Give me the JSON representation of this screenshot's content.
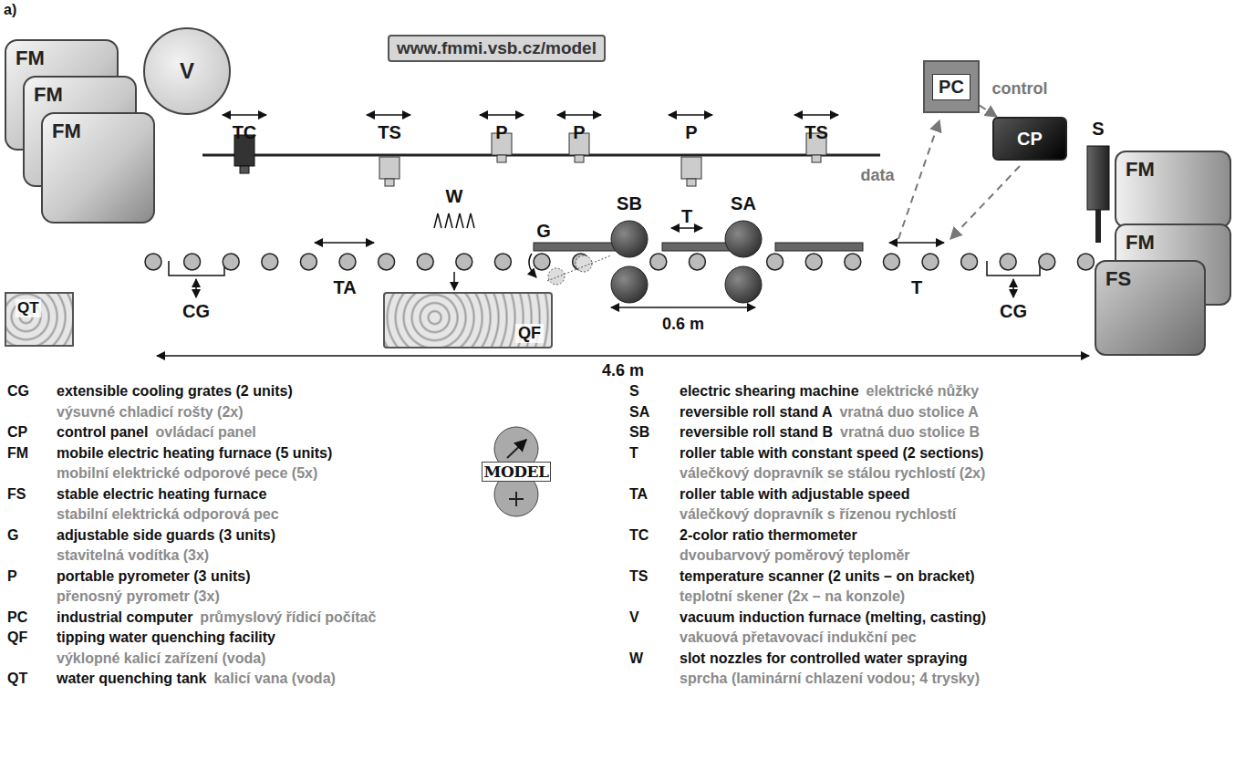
{
  "diagram": {
    "nodes": [
      {
        "text": [
          "www.fmmi.vsb.cz/model"
        ]
      },
      {
        "text": [
          "FM"
        ]
      },
      {
        "text": [
          "FM"
        ]
      },
      {
        "text": [
          "FM"
        ]
      },
      {
        "text": [
          "V"
        ]
      },
      {
        "text": [
          "PC"
        ]
      },
      {
        "text": [
          "CP"
        ]
      },
      {
        "text": [
          "FM"
        ]
      },
      {
        "text": [
          "FM"
        ]
      },
      {
        "text": [
          "FS"
        ]
      },
      {
        "text": [
          "QT"
        ]
      },
      {
        "text": [
          "QF"
        ]
      }
    ],
    "edges": [
      {
        "from": 5,
        "to": 6,
        "label": "control",
        "arrow": "to"
      }
    ],
    "labels": [
      "a)",
      "TC",
      "TS",
      "P",
      "P",
      "P",
      "TS",
      "S",
      "W",
      "G",
      "SB",
      "SA",
      "TA",
      "T",
      "T",
      "CG",
      "CG",
      "0.6 m",
      "4.6 m",
      "data",
      "MODEL",
      "CG",
      "extensible cooling grates (2 units)",
      "výsuvné chladicí rošty (2x)",
      "CP",
      "control panel",
      "ovládací panel",
      "FM",
      "mobile electric heating furnace (5 units)",
      "mobilní elektrické odporové pece (5x)",
      "FS",
      "stable electric heating furnace",
      "stabilní elektrická odporová pec",
      "G",
      "adjustable side guards (3 units)",
      "stavitelná vodítka (3x)",
      "P",
      "portable pyrometer (3 units)",
      "přenosný pyrometr (3x)",
      "PC",
      "industrial computer",
      "průmyslový řídicí počítač",
      "QF",
      "tipping water quenching facility",
      "výklopné kalicí zařízení (voda)",
      "QT",
      "water quenching tank",
      "kalicí vana (voda)",
      "S",
      "electric shearing machine",
      "elektrické nůžky",
      "SA",
      "reversible roll stand A",
      "vratná duo stolice A",
      "SB",
      "reversible roll stand B",
      "vratná duo stolice B",
      "T",
      "roller table with constant speed (2 sections)",
      "válečkový dopravník se stálou rychlostí (2x)",
      "TA",
      "roller table with adjustable speed",
      "válečkový dopravník s řízenou rychlostí",
      "TC",
      "2-color ratio thermometer",
      "dvoubarvový poměrový teploměr",
      "TS",
      "temperature scanner (2 units – on bracket)",
      "teplotní skener (2x – na konzole)",
      "V",
      "vacuum induction furnace (melting, casting)",
      "vakuová přetavovací indukční pec",
      "W",
      "slot nozzles for controlled water spraying",
      "sprcha (laminární chlazení vodou; 4 trysky)"
    ]
  }
}
